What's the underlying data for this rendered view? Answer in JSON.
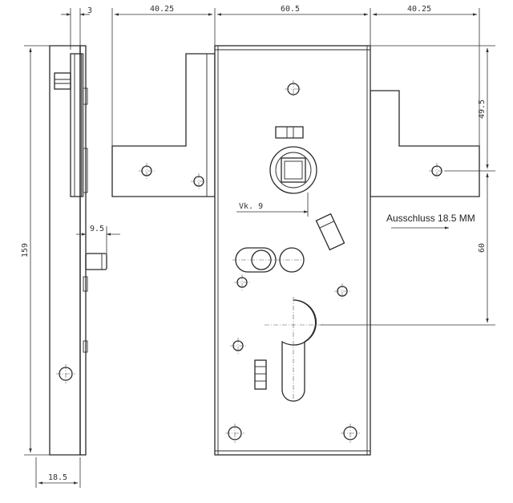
{
  "dimensions": {
    "top_left_width": "40.25",
    "top_center_width": "60.5",
    "top_right_width": "40.25",
    "side_thickness": "3",
    "right_upper_height": "49.5",
    "right_lower_height": "60",
    "side_height": "159",
    "side_pin_offset": "9.5",
    "side_bottom_width": "18.5",
    "vk_label": "Vk. 9"
  },
  "annotation": {
    "exclusion_label": "Ausschluss 18.5 MM"
  }
}
